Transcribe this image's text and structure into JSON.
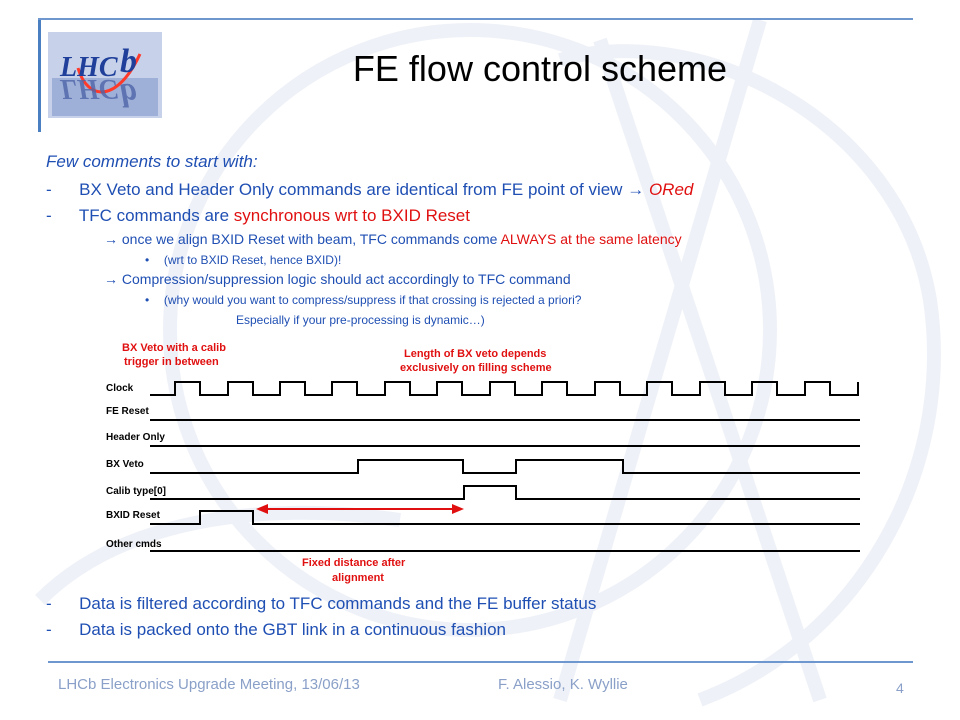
{
  "slide": {
    "title": "FE flow control scheme",
    "logo_text": "LHCb",
    "intro": "Few comments to start with:",
    "bullet1_dash": "-",
    "bullet1_main": "BX Veto and Header Only commands are identical from FE point of view",
    "bullet1_arrow": "→",
    "bullet1_tail": "ORed",
    "bullet2_dash": "-",
    "bullet2_main": "TFC commands are ",
    "bullet2_red": "synchronous wrt to BXID Reset",
    "sub1_arrow": "→",
    "sub1_main": "once we align BXID Reset with beam, TFC commands come ",
    "sub1_red": "ALWAYS at the same latency",
    "sub1_note": "(wrt to BXID Reset, hence BXID)!",
    "sub2_arrow": "→",
    "sub2_main": "Compression/suppression logic should act accordingly to TFC command",
    "sub2_note1": "(why would you want to compress/suppress if that crossing is rejected a priori?",
    "sub2_note2": "Especially if your pre-processing is dynamic…)",
    "bullet3_dash": "-",
    "bullet3": "Data is filtered according to TFC commands and the FE buffer status",
    "bullet4_dash": "-",
    "bullet4": "Data is packed onto the GBT link in a continuous fashion",
    "bullet_dot": "•"
  },
  "diagram": {
    "annotation_left_1": "BX Veto with a calib",
    "annotation_left_2": "trigger in between",
    "annotation_mid_1": "Length of BX veto depends",
    "annotation_mid_2": "exclusively on filling scheme",
    "annotation_bottom_1": "Fixed distance after",
    "annotation_bottom_2": "alignment",
    "signals": [
      "Clock",
      "FE Reset",
      "Header Only",
      "BX Veto",
      "Calib type[0]",
      "BXID Reset",
      "Other cmds"
    ],
    "colors": {
      "signal": "#000000",
      "annotation": "#e01010",
      "arrow": "#e01010"
    }
  },
  "footer": {
    "meeting": "LHCb Electronics Upgrade Meeting, 13/06/13",
    "authors": "F. Alessio, K. Wyllie",
    "page": "4"
  },
  "colors": {
    "accent_blue": "#1f4fb3",
    "highlight_red": "#e01010",
    "rule_blue": "#6f97cf"
  }
}
